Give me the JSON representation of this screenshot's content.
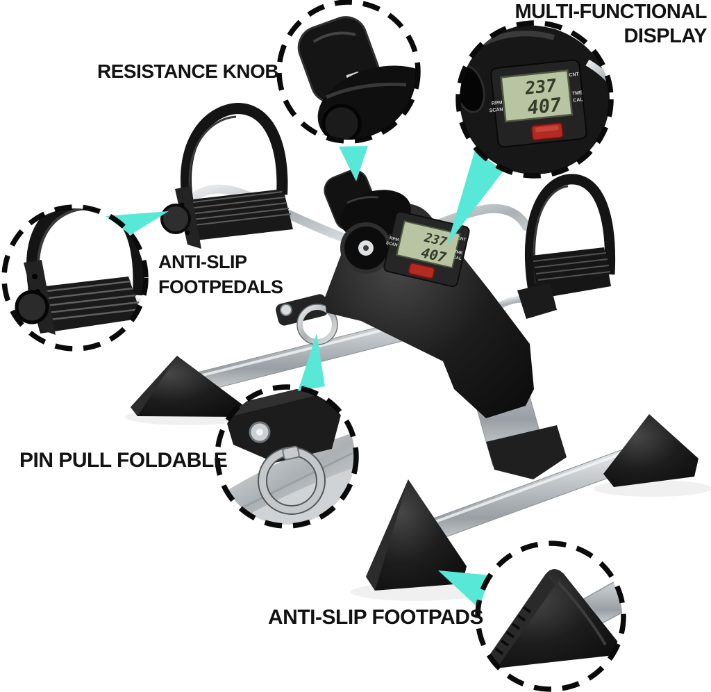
{
  "page": {
    "background_color": "#ffffff"
  },
  "style": {
    "pointer_color": "#58e8d8",
    "dashed_circle_color": "#0a0a0a",
    "label_color": "#121212",
    "machine_black": "#1a1a1a",
    "metal_silver": "#c9cdd0",
    "lcd_screen_color": "#b9c4a2",
    "lcd_digit_color": "#333c2b",
    "button_red": "#b22a22"
  },
  "labels": {
    "resistance_knob": "RESISTANCE KNOB",
    "multi_functional_line1": "MULTI-FUNCTIONAL",
    "multi_functional_line2": "DISPLAY",
    "anti_slip_footpedals_line1": "ANTI-SLIP",
    "anti_slip_footpedals_line2": "FOOTPEDALS",
    "pin_pull_foldable": "PIN PULL FOLDABLE",
    "anti_slip_footpads": "ANTI-SLIP FOOTPADS"
  },
  "display": {
    "top_value": "237",
    "bottom_value": "407",
    "left_labels": [
      "RPM",
      "SCAN"
    ],
    "right_labels": [
      "CNT",
      "TME",
      "CAL"
    ]
  },
  "callouts": [
    {
      "name": "resistance-knob"
    },
    {
      "name": "multi-functional-display"
    },
    {
      "name": "anti-slip-footpedals"
    },
    {
      "name": "pin-pull-foldable"
    },
    {
      "name": "anti-slip-footpads"
    }
  ]
}
